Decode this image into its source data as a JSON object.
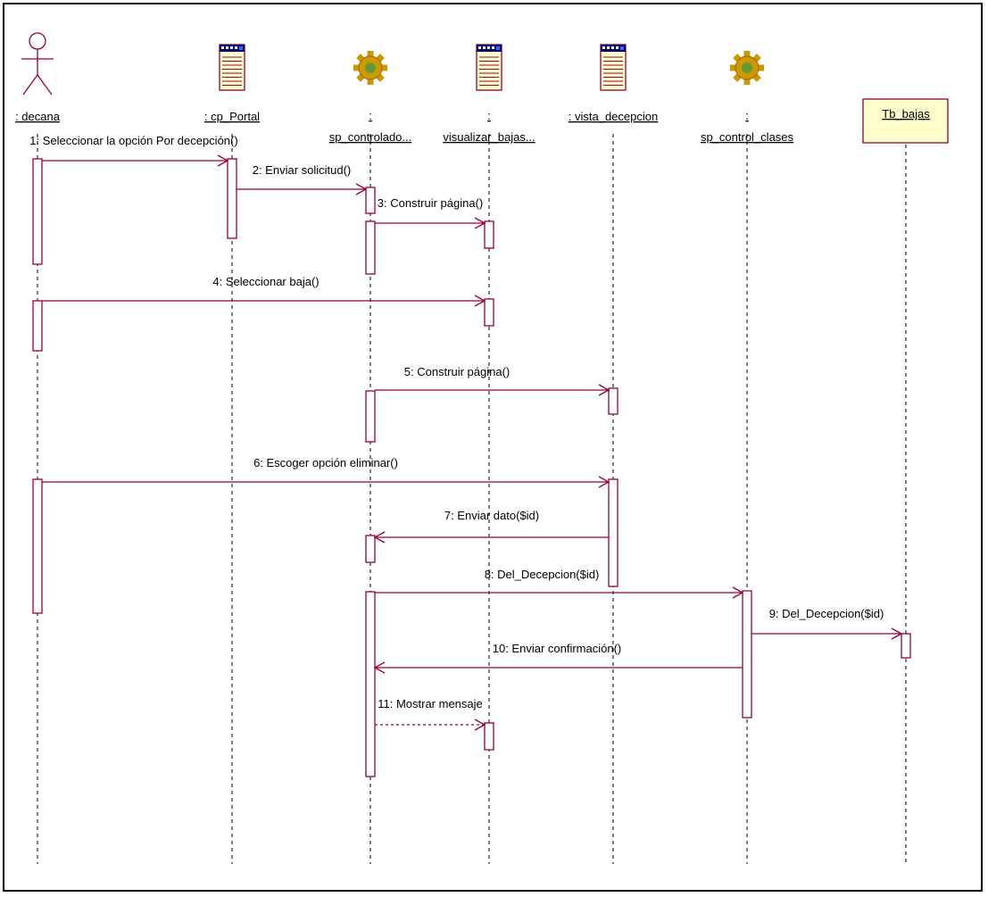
{
  "diagram": {
    "type": "uml-sequence",
    "colors": {
      "line": "#990033",
      "entity_fill": "#ffffcc",
      "gear": "#cc9900",
      "lifeline": "#000000"
    },
    "participants": [
      {
        "id": "decana",
        "kind": "actor",
        "name_top": "",
        "name": ": decana"
      },
      {
        "id": "portal",
        "kind": "boundary",
        "name_top": "",
        "name": ": cp_Portal"
      },
      {
        "id": "ctrl",
        "kind": "control",
        "name_top": ":",
        "name": "sp_controlado..."
      },
      {
        "id": "visual",
        "kind": "boundary",
        "name_top": ":",
        "name": "visualizar_bajas..."
      },
      {
        "id": "vista",
        "kind": "boundary",
        "name_top": "",
        "name": ": vista_decepcion"
      },
      {
        "id": "clases",
        "kind": "control",
        "name_top": ":",
        "name": "sp_control_clases"
      },
      {
        "id": "tb",
        "kind": "entity",
        "name_top": "",
        "name": "Tb_bajas"
      }
    ],
    "messages": [
      {
        "label": "1: Seleccionar la opción Por decepción()",
        "from": "decana",
        "to": "portal",
        "style": "sync"
      },
      {
        "label": "2: Enviar solicitud()",
        "from": "portal",
        "to": "ctrl",
        "style": "sync"
      },
      {
        "label": "3: Construir página()",
        "from": "ctrl",
        "to": "visual",
        "style": "sync"
      },
      {
        "label": "4: Seleccionar baja()",
        "from": "decana",
        "to": "visual",
        "style": "sync"
      },
      {
        "label": "5: Construir página()",
        "from": "ctrl",
        "to": "vista",
        "style": "sync"
      },
      {
        "label": "6: Escoger opción eliminar()",
        "from": "decana",
        "to": "vista",
        "style": "sync"
      },
      {
        "label": "7: Enviar dato($id)",
        "from": "vista",
        "to": "ctrl",
        "style": "sync"
      },
      {
        "label": "8: Del_Decepcion($id)",
        "from": "ctrl",
        "to": "clases",
        "style": "sync"
      },
      {
        "label": "9: Del_Decepcion($id)",
        "from": "clases",
        "to": "tb",
        "style": "sync"
      },
      {
        "label": "10: Enviar confirmación()",
        "from": "clases",
        "to": "ctrl",
        "style": "sync"
      },
      {
        "label": "11: Mostrar mensaje",
        "from": "ctrl",
        "to": "visual",
        "style": "return"
      }
    ]
  }
}
